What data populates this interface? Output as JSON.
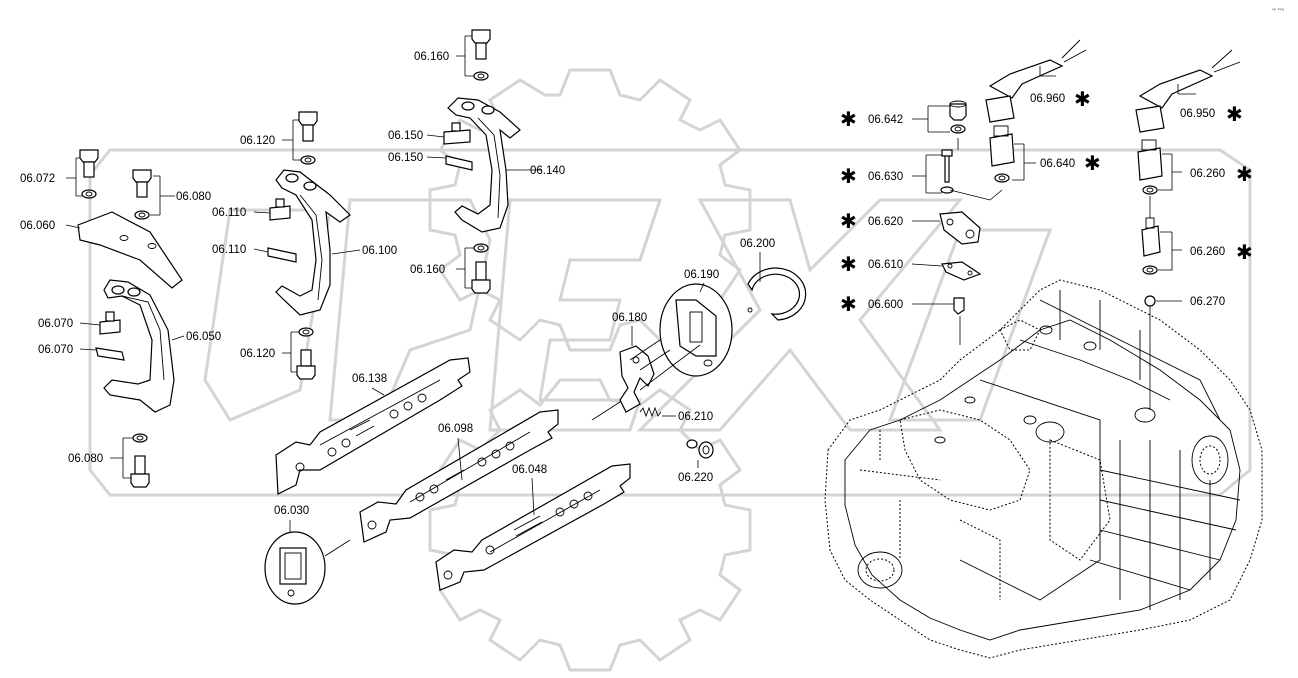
{
  "corner_mark": "ᵃᵖ ᵇᵉᵍ",
  "watermark": "OPEX",
  "callouts": {
    "c06072": "06.072",
    "c06080a": "06.080",
    "c06060": "06.060",
    "c06070a": "06.070",
    "c06070b": "06.070",
    "c06050": "06.050",
    "c06080b": "06.080",
    "c06120a": "06.120",
    "c06110a": "06.110",
    "c06110b": "06.110",
    "c06100": "06.100",
    "c06120b": "06.120",
    "c06160a": "06.160",
    "c06150a": "06.150",
    "c06150b": "06.150",
    "c06140": "06.140",
    "c06160b": "06.160",
    "c06138": "06.138",
    "c06098": "06.098",
    "c06048": "06.048",
    "c06030": "06.030",
    "c06200": "06.200",
    "c06190": "06.190",
    "c06180": "06.180",
    "c06210": "06.210",
    "c06220": "06.220",
    "c06642": "06.642",
    "c06630": "06.630",
    "c06620": "06.620",
    "c06610": "06.610",
    "c06600": "06.600",
    "c06960": "06.960",
    "c06640": "06.640",
    "c06950": "06.950",
    "c06260a": "06.260",
    "c06260b": "06.260",
    "c06270": "06.270"
  },
  "asterisk": "✱"
}
